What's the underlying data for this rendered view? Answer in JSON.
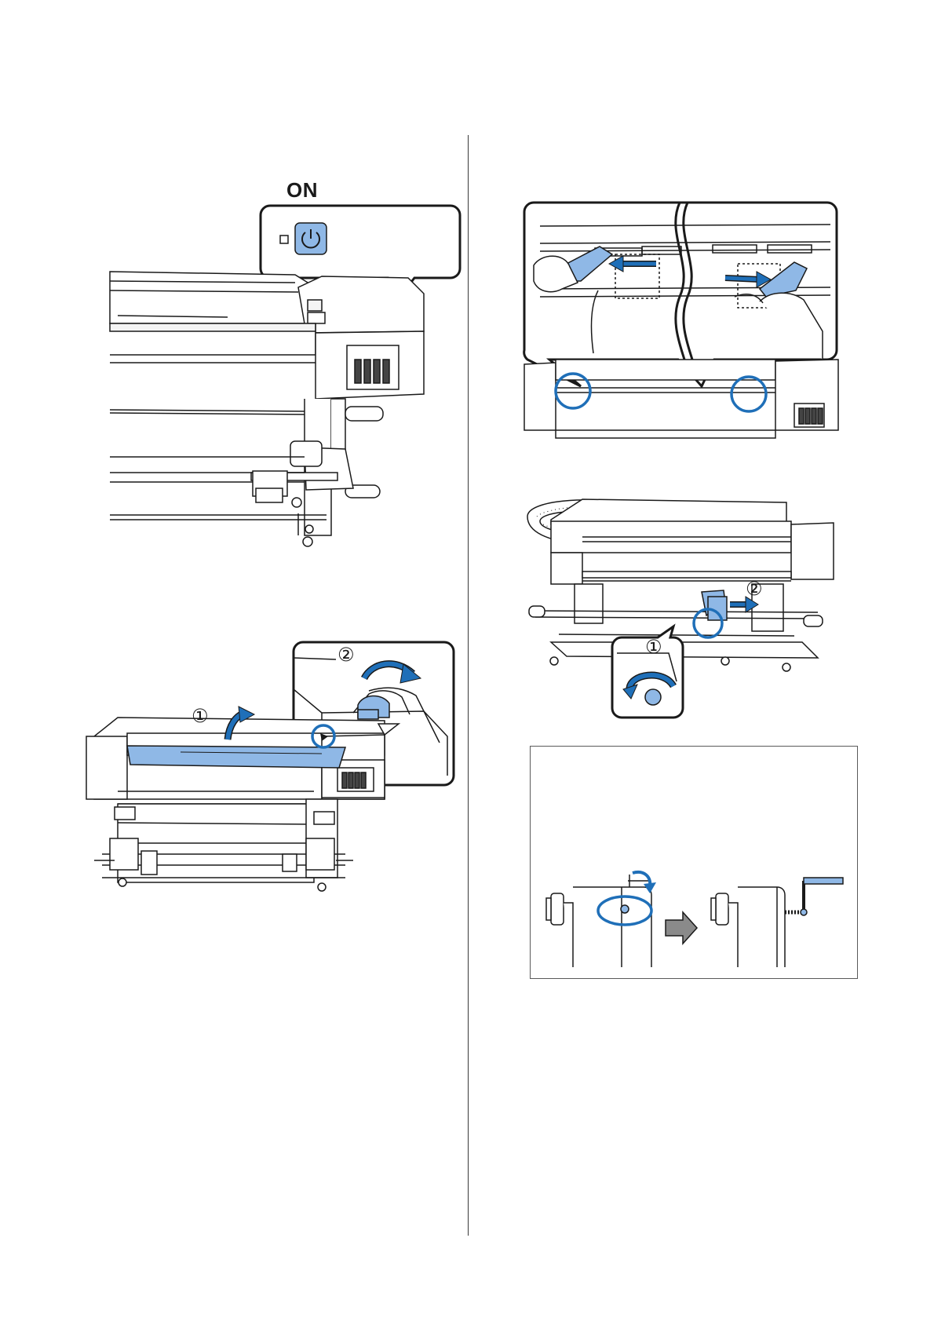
{
  "page": {
    "figures": [
      {
        "id": "power-on",
        "label": "ON",
        "button_icon": "power-icon"
      },
      {
        "id": "open-cover",
        "callouts": [
          "①",
          "②"
        ]
      },
      {
        "id": "media-edge-plates"
      },
      {
        "id": "roll-holder",
        "callouts": [
          "①",
          "②"
        ]
      },
      {
        "id": "handle-note"
      }
    ],
    "colors": {
      "accent_blue": "#8fb8e6",
      "circle_blue": "#1f6fb8",
      "arrow_blue": "#1f6fb8",
      "line": "#1a1a1a",
      "gray_arrow": "#8a8a8a"
    }
  }
}
